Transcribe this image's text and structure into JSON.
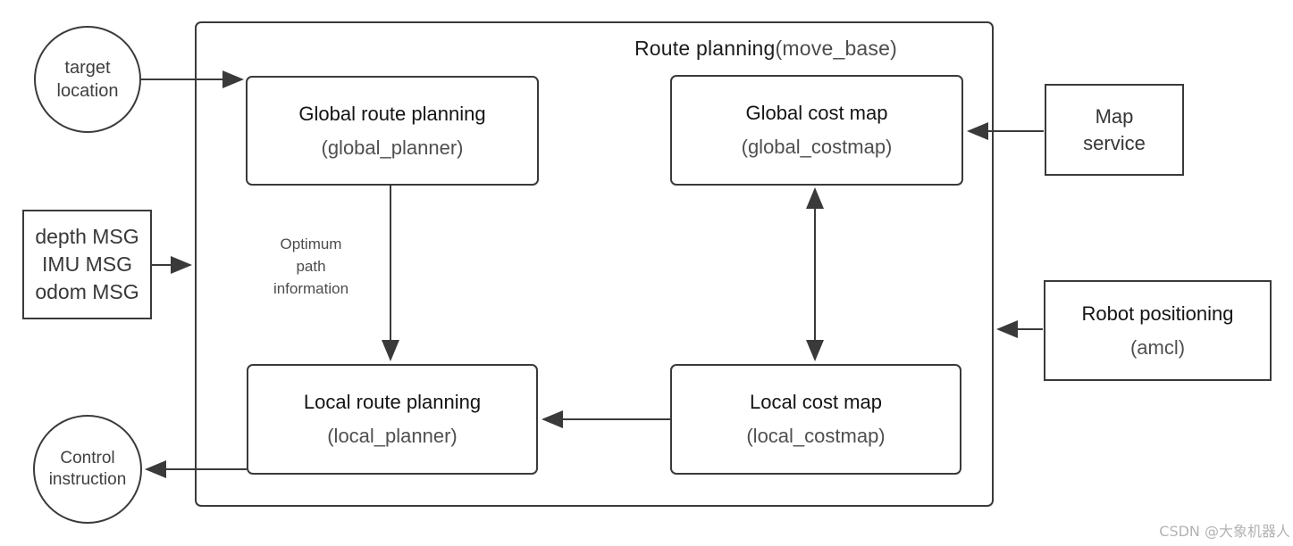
{
  "frame": {
    "title_main": "Route planning",
    "title_paren": "(move_base)"
  },
  "nodes": {
    "global_planner": {
      "title": "Global route planning",
      "subtitle": "(global_planner)"
    },
    "global_costmap": {
      "title": "Global cost map",
      "subtitle": "(global_costmap)"
    },
    "local_planner": {
      "title": "Local route planning",
      "subtitle": "(local_planner)"
    },
    "local_costmap": {
      "title": "Local cost map",
      "subtitle": "(local_costmap)"
    },
    "map_service": {
      "line1": "Map",
      "line2": "service"
    },
    "robot_positioning": {
      "title": "Robot positioning",
      "subtitle": "(amcl)"
    },
    "sensor_msgs": {
      "line1": "depth MSG",
      "line2": "IMU MSG",
      "line3": "odom MSG"
    },
    "target_location": {
      "line1": "target",
      "line2": "location"
    },
    "control_instruction": {
      "line1": "Control",
      "line2": "instruction"
    }
  },
  "labels": {
    "optimum_path": {
      "line1": "Optimum",
      "line2": "path",
      "line3": "information"
    }
  },
  "watermark": "CSDN @大象机器人",
  "colors": {
    "line": "#3a3a3a",
    "title_text": "#141414",
    "subtitle_text": "#4f4f4f",
    "watermark_text": "#b3b3b3",
    "background": "#ffffff"
  }
}
